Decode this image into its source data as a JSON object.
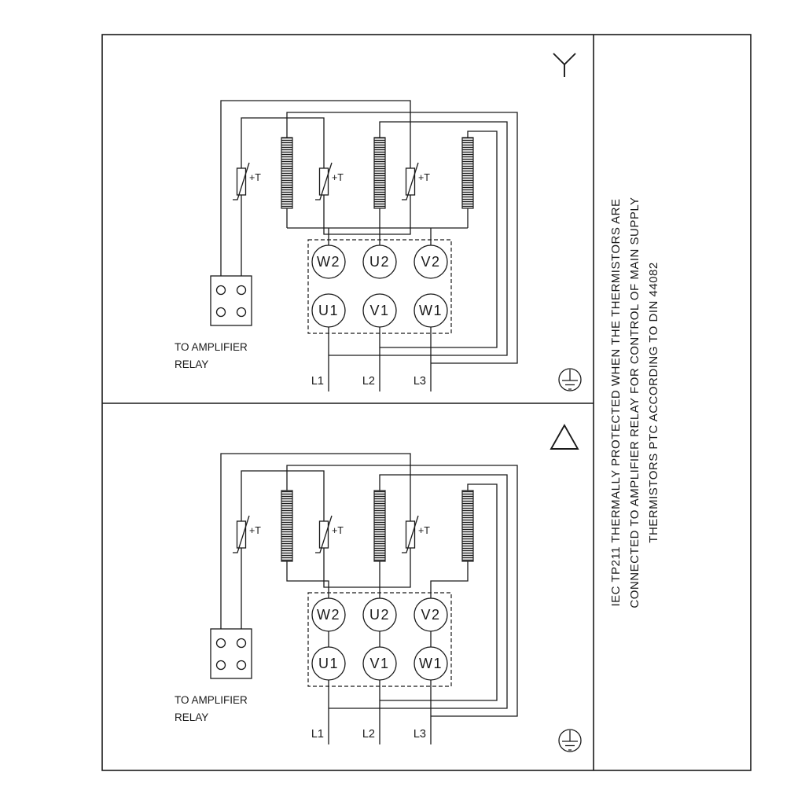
{
  "sidebar": {
    "line1": "IEC TP211 THERMALLY PROTECTED WHEN THE THERMISTORS ARE",
    "line2": "CONNECTED TO AMPLIFIER RELAY FOR CONTROL OF MAIN SUPPLY",
    "line3": "THERMISTORS PTC ACCORDING TO DIN 44082"
  },
  "panels": [
    {
      "connection": "star",
      "symbol": "star-icon",
      "thermistor_label": "+T",
      "relay_line1": "TO AMPLIFIER",
      "relay_line2": "RELAY",
      "terminals_top": [
        "W2",
        "U2",
        "V2"
      ],
      "terminals_bottom": [
        "U1",
        "V1",
        "W1"
      ],
      "supply": [
        "L1",
        "L2",
        "L3"
      ]
    },
    {
      "connection": "delta",
      "symbol": "delta-icon",
      "thermistor_label": "+T",
      "relay_line1": "TO AMPLIFIER",
      "relay_line2": "RELAY",
      "terminals_top": [
        "W2",
        "U2",
        "V2"
      ],
      "terminals_bottom": [
        "U1",
        "V1",
        "W1"
      ],
      "supply": [
        "L1",
        "L2",
        "L3"
      ]
    }
  ]
}
